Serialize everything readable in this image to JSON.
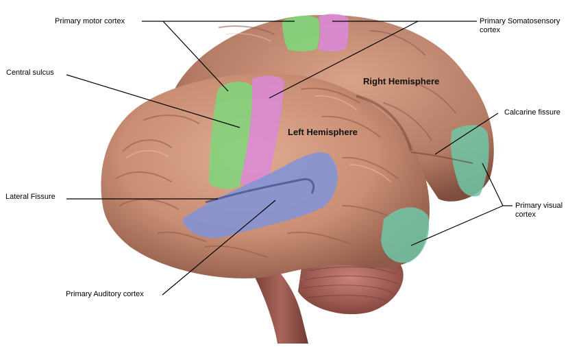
{
  "labels": {
    "primary_motor_cortex": "Primary motor cortex",
    "primary_somatosensory_line1": "Primary Somatosensory",
    "primary_somatosensory_line2": "cortex",
    "central_sulcus": "Central sulcus",
    "right_hemisphere": "Right Hemisphere",
    "left_hemisphere": "Left Hemisphere",
    "calcarine_fissure": "Calcarine fissure",
    "lateral_fissure": "Lateral Fissure",
    "primary_visual_line1": "Primary visual",
    "primary_visual_line2": "cortex",
    "primary_auditory_cortex": "Primary Auditory cortex"
  },
  "colors": {
    "brain_skin": "#c98e74",
    "brain_shadow": "#8f5a48",
    "motor": "#7fd67a",
    "somatosensory": "#d98ad6",
    "auditory": "#7f93d8",
    "visual": "#6fc7a6",
    "brainstem": "#9a5a50"
  }
}
